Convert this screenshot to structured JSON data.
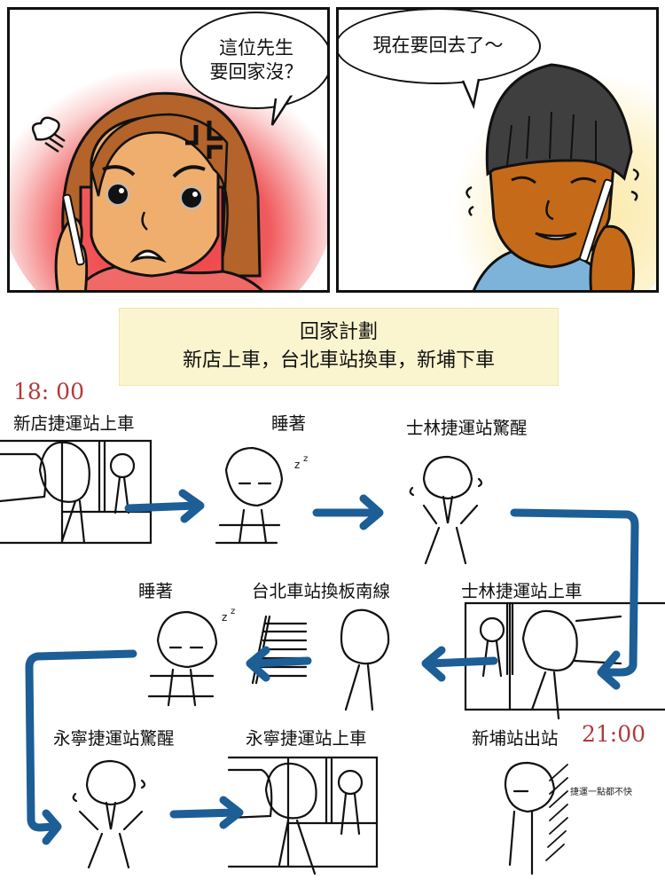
{
  "top_panels": {
    "left": {
      "speaker": "angry woman on phone",
      "speech_lines": [
        "這位先生",
        "要回家沒？"
      ],
      "glow_color": "#ee3b3e",
      "skin_color": "#f0ae6e",
      "hair_color": "#b4632a",
      "shirt_color": "#ef6a66"
    },
    "right": {
      "speaker": "sweating man on phone",
      "speech_lines": [
        "現在要回去了～"
      ],
      "glow_color": "#fbf1c6",
      "skin_color": "#c56a19",
      "hair_color": "#3f3f3f",
      "shirt_color": "#7eb3d9"
    }
  },
  "plan": {
    "title": "回家計劃",
    "route": "新店上車，台北車站換車，新埔下車",
    "bg_color": "#fbf5cf"
  },
  "timeline": {
    "start_time": "18: 00",
    "end_time": "21:00",
    "time_color": "#b03a3e",
    "arrow_color": "#1c5e95",
    "steps": [
      {
        "label": "新店捷運站上車",
        "scene": "boarding-train"
      },
      {
        "label": "睡著",
        "scene": "sleeping"
      },
      {
        "label": "士林捷運站驚醒",
        "scene": "waking-startled"
      },
      {
        "label": "士林捷運站上車",
        "scene": "boarding-train"
      },
      {
        "label": "台北車站換板南線",
        "scene": "transfer-walking"
      },
      {
        "label": "睡著",
        "scene": "sleeping"
      },
      {
        "label": "永寧捷運站驚醒",
        "scene": "waking-startled"
      },
      {
        "label": "永寧捷運站上車",
        "scene": "boarding-train"
      },
      {
        "label": "新埔站出站",
        "scene": "exhausted-leaning"
      }
    ],
    "final_note": "捷運一點都不快"
  }
}
